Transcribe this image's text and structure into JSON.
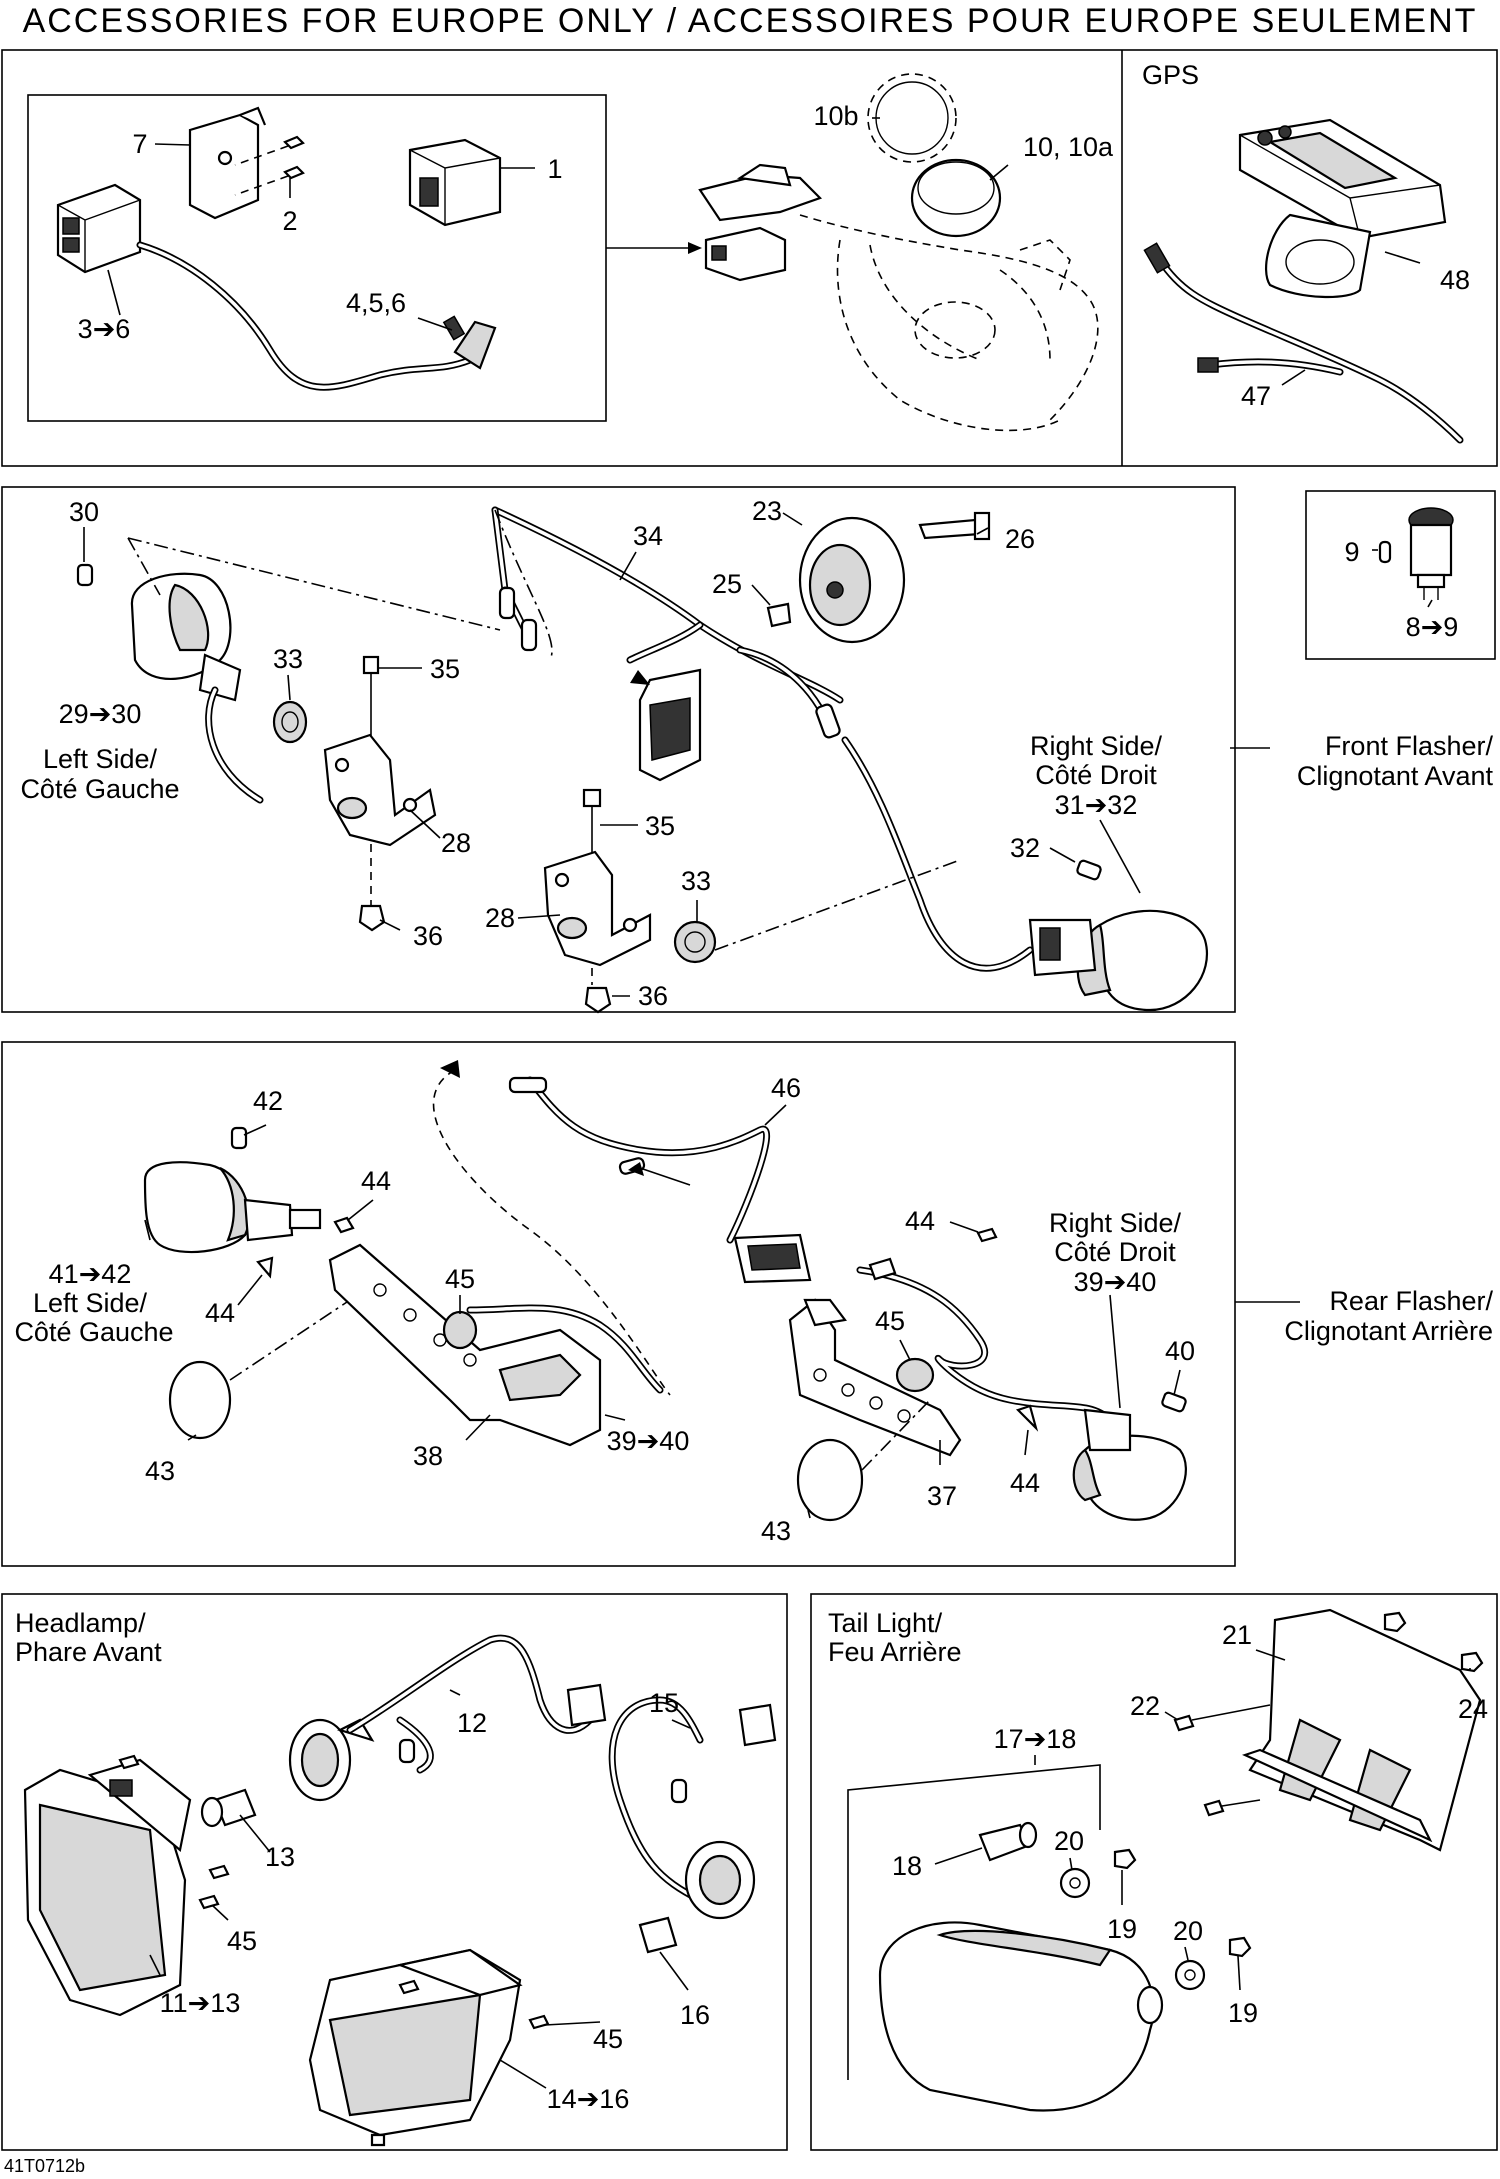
{
  "title": "ACCESSORIES FOR EUROPE ONLY / ACCESSOIRES POUR EUROPE SEULEMENT",
  "sections": {
    "gps": {
      "title": "GPS"
    },
    "front_flasher": {
      "label_line1": "Front Flasher/",
      "label_line2": "Clignotant Avant"
    },
    "rear_flasher": {
      "label_line1": "Rear Flasher/",
      "label_line2": "Clignotant Arrière"
    },
    "headlamp": {
      "title_line1": "Headlamp/",
      "title_line2": "Phare Avant"
    },
    "tail_light": {
      "title_line1": "Tail Light/",
      "title_line2": "Feu Arrière"
    }
  },
  "side_labels": {
    "front_left_line1": "Left Side/",
    "front_left_line2": "Côté Gauche",
    "front_right_line1": "Right Side/",
    "front_right_line2": "Côté Droit",
    "front_right_line3": "31➔32",
    "rear_left_line1": "41➔42",
    "rear_left_line2": "Left Side/",
    "rear_left_line3": "Côté Gauche",
    "rear_right_line1": "Right Side/",
    "rear_right_line2": "Côté Droit",
    "rear_right_line3": "39➔40"
  },
  "callouts": {
    "p1": "1",
    "p2": "2",
    "p7": "7",
    "p3_6": "3➔6",
    "p4_5_6": "4,5,6",
    "p10b": "10b",
    "p10_10a": "10, 10a",
    "p48": "48",
    "p47": "47",
    "p9": "9",
    "p8_9": "8➔9",
    "p30": "30",
    "p34": "34",
    "p23": "23",
    "p26": "26",
    "p25": "25",
    "p33a": "33",
    "p35a": "35",
    "p29_30": "29➔30",
    "p28a": "28",
    "p36a": "36",
    "p35b": "35",
    "p33b": "33",
    "p28b": "28",
    "p36b": "36",
    "p32": "32",
    "p42": "42",
    "p44a": "44",
    "p44b": "44",
    "p45a": "45",
    "p46": "46",
    "p44c": "44",
    "p45b": "45",
    "p40": "40",
    "p43a": "43",
    "p38": "38",
    "p39_40": "39➔40",
    "p43b": "43",
    "p37": "37",
    "p44d": "44",
    "p12": "12",
    "p15": "15",
    "p13": "13",
    "p45c": "45",
    "p11_13": "11➔13",
    "p16": "16",
    "p45d": "45",
    "p14_16": "14➔16",
    "p21": "21",
    "p22": "22",
    "p24": "24",
    "p17_18": "17➔18",
    "p18": "18",
    "p20a": "20",
    "p19a": "19",
    "p20b": "20",
    "p19b": "19"
  },
  "figure_code": "41T0712b"
}
